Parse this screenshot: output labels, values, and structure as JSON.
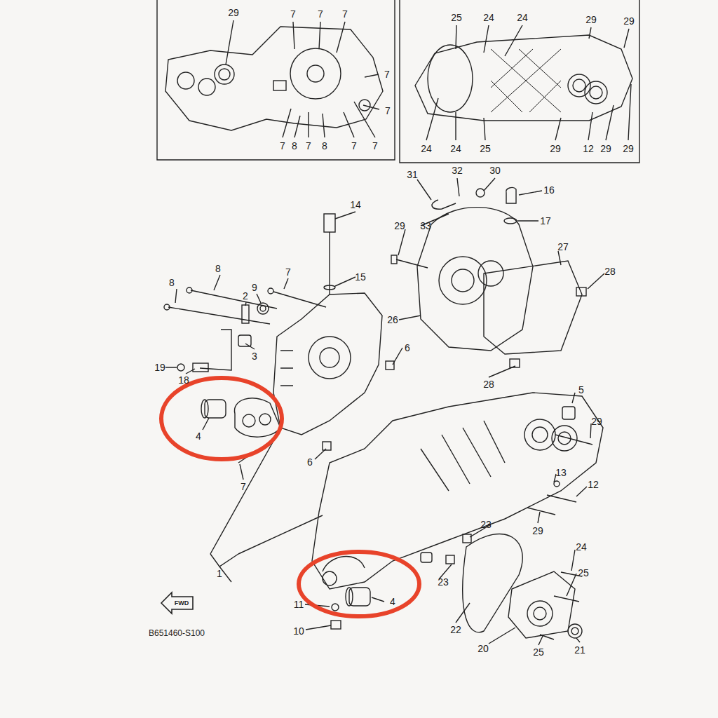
{
  "diagram": {
    "labels": [
      "29",
      "7",
      "7",
      "7",
      "7",
      "7",
      "7",
      "8",
      "7",
      "8",
      "7",
      "7",
      "25",
      "24",
      "24",
      "29",
      "29",
      "24",
      "24",
      "25",
      "29",
      "12",
      "29",
      "29",
      "31",
      "32",
      "30",
      "16",
      "17",
      "29",
      "33",
      "14",
      "27",
      "28",
      "15",
      "8",
      "8",
      "9",
      "7",
      "2",
      "26",
      "6",
      "3",
      "19",
      "18",
      "28",
      "4",
      "7",
      "6",
      "5",
      "29",
      "13",
      "12",
      "1",
      "23",
      "29",
      "24",
      "23",
      "25",
      "11",
      "4",
      "FWD",
      "10",
      "22",
      "20",
      "25",
      "21",
      "B651460-S100"
    ]
  }
}
